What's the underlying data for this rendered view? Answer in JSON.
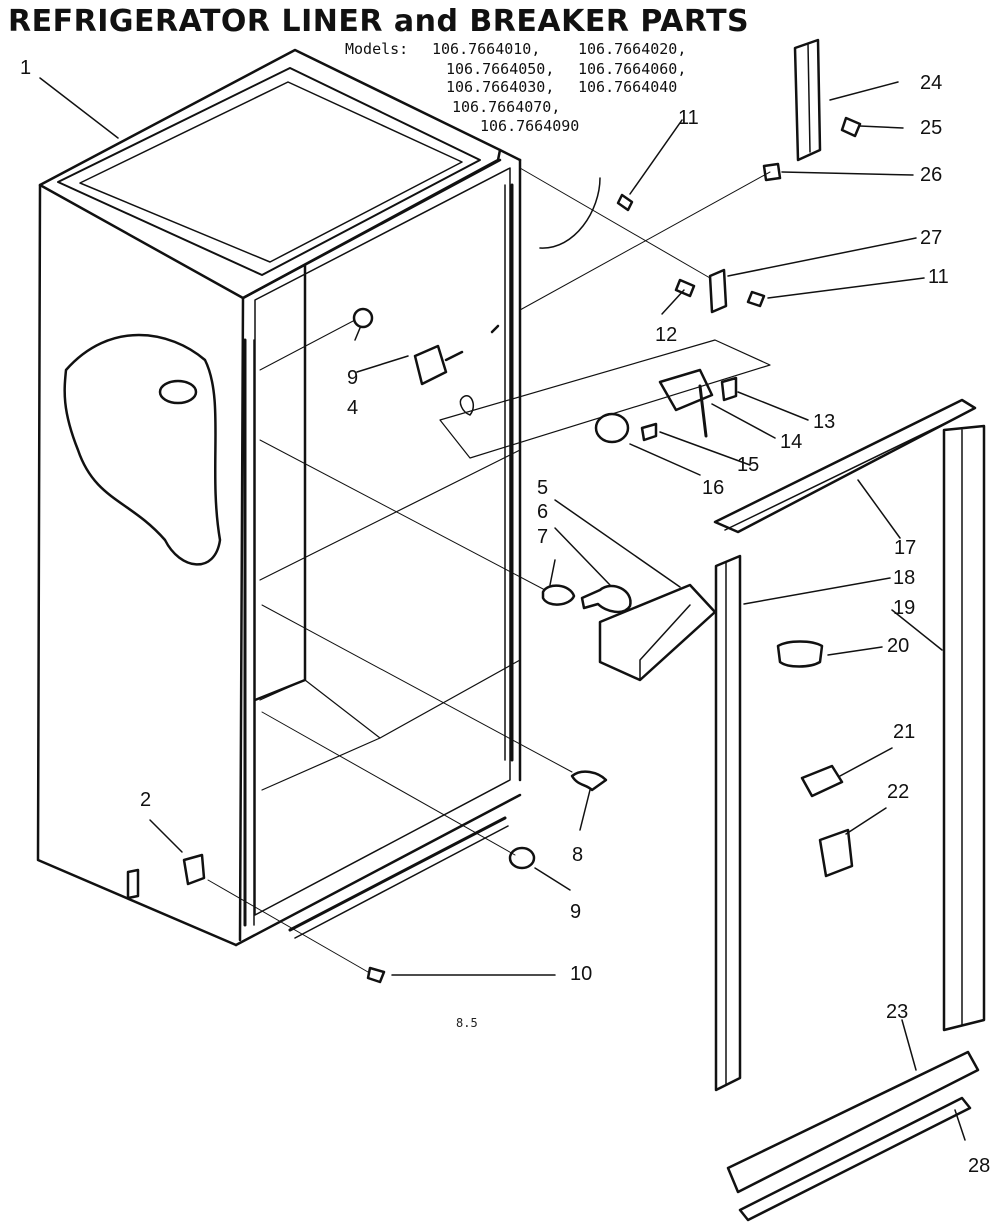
{
  "title": "REFRIGERATOR LINER and BREAKER PARTS",
  "models_label": "Models:",
  "models": [
    "106.7664010,",
    "106.7664020,",
    "106.7664050,",
    "106.7664060,",
    "106.7664030,",
    "106.7664040",
    "106.7664070,",
    "106.7664090"
  ],
  "callouts": {
    "c1": "1",
    "c2": "2",
    "c4": "4",
    "c5": "5",
    "c6": "6",
    "c7": "7",
    "c8": "8",
    "c9a": "9",
    "c9b": "9",
    "c10": "10",
    "c11a": "11",
    "c11b": "11",
    "c12": "12",
    "c13": "13",
    "c14": "14",
    "c15": "15",
    "c16": "16",
    "c17": "17",
    "c18": "18",
    "c19": "19",
    "c20": "20",
    "c21": "21",
    "c22": "22",
    "c23": "23",
    "c24": "24",
    "c25": "25",
    "c26": "26",
    "c27": "27",
    "c28": "28"
  },
  "footer_code": "8.5",
  "colors": {
    "ink": "#111111",
    "paper": "#ffffff"
  }
}
